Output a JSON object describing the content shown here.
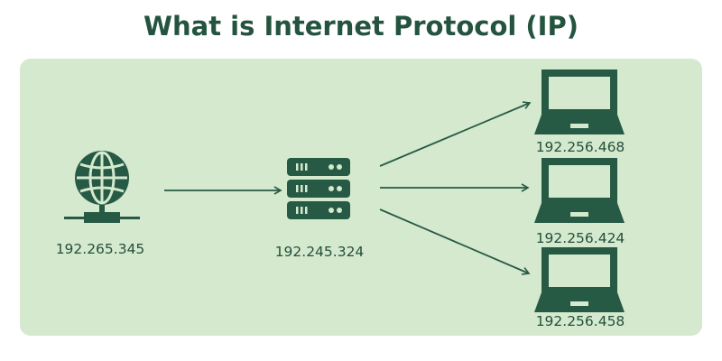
{
  "title": "What is Internet Protocol (IP)",
  "nodes": {
    "internet": {
      "label": "192.265.345",
      "icon": "globe-network-icon"
    },
    "server": {
      "label": "192.245.324",
      "icon": "server-icon"
    },
    "laptops": [
      {
        "label": "192.256.468",
        "icon": "laptop-icon"
      },
      {
        "label": "192.256.424",
        "icon": "laptop-icon"
      },
      {
        "label": "192.256.458",
        "icon": "laptop-icon"
      }
    ]
  },
  "colors": {
    "accent": "#275a45",
    "panel": "#d4e9cd"
  }
}
